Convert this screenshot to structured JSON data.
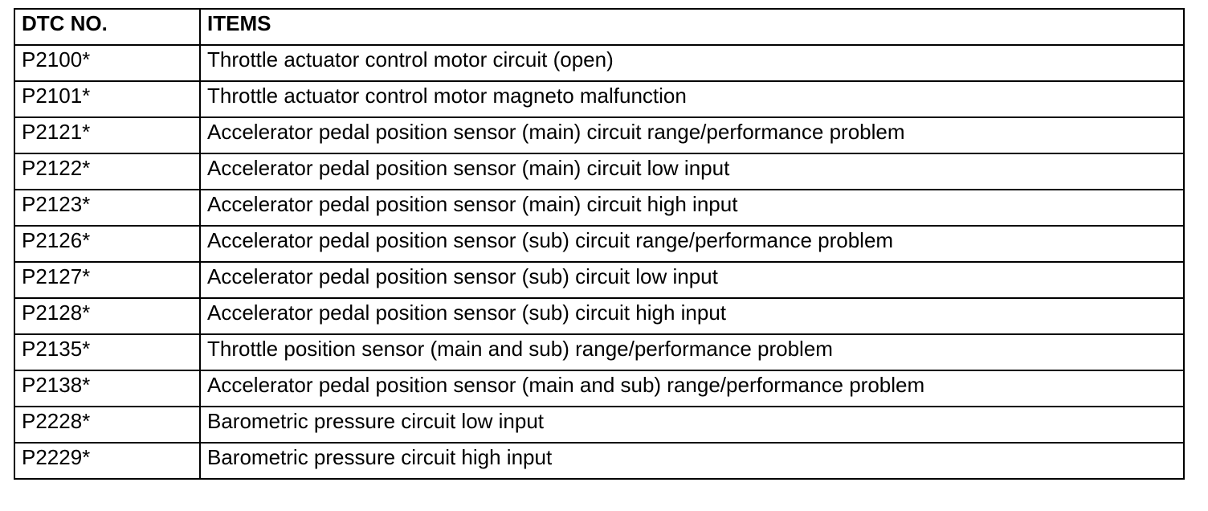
{
  "table": {
    "headers": {
      "code": "DTC NO.",
      "items": "ITEMS"
    },
    "rows": [
      {
        "code": "P2100*",
        "item": "Throttle actuator control motor circuit (open)"
      },
      {
        "code": "P2101*",
        "item": "Throttle actuator control motor magneto malfunction"
      },
      {
        "code": "P2121*",
        "item": "Accelerator pedal position sensor (main) circuit range/performance problem"
      },
      {
        "code": "P2122*",
        "item": "Accelerator pedal position sensor (main) circuit low input"
      },
      {
        "code": "P2123*",
        "item": "Accelerator pedal position sensor (main) circuit high input"
      },
      {
        "code": "P2126*",
        "item": "Accelerator pedal position sensor (sub) circuit range/performance problem"
      },
      {
        "code": "P2127*",
        "item": "Accelerator pedal position sensor (sub) circuit low input"
      },
      {
        "code": "P2128*",
        "item": "Accelerator pedal position sensor (sub) circuit high input"
      },
      {
        "code": "P2135*",
        "item": "Throttle position sensor (main and sub) range/performance problem"
      },
      {
        "code": "P2138*",
        "item": "Accelerator pedal position sensor (main and sub) range/performance problem"
      },
      {
        "code": "P2228*",
        "item": "Barometric pressure circuit low input"
      },
      {
        "code": "P2229*",
        "item": "Barometric pressure circuit high input"
      }
    ]
  }
}
